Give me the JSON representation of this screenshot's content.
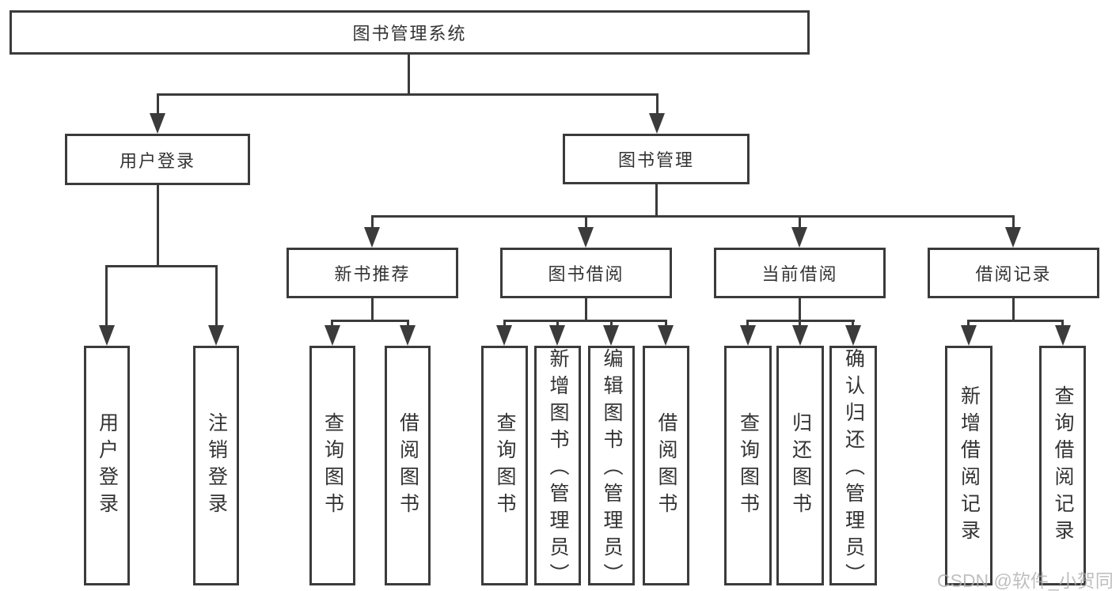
{
  "tree": {
    "label": "图书管理系统",
    "children": [
      {
        "label": "用户登录",
        "children": [
          {
            "label": "用户登录"
          },
          {
            "label": "注销登录"
          }
        ]
      },
      {
        "label": "图书管理",
        "children": [
          {
            "label": "新书推荐",
            "children": [
              {
                "label": "查询图书"
              },
              {
                "label": "借阅图书"
              }
            ]
          },
          {
            "label": "图书借阅",
            "children": [
              {
                "label": "查询图书"
              },
              {
                "label": "新增图书（管理员）"
              },
              {
                "label": "编辑图书（管理员）"
              },
              {
                "label": "借阅图书"
              }
            ]
          },
          {
            "label": "当前借阅",
            "children": [
              {
                "label": "查询图书"
              },
              {
                "label": "归还图书"
              },
              {
                "label": "确认归还（管理员）"
              }
            ]
          },
          {
            "label": "借阅记录",
            "children": [
              {
                "label": "新增借阅记录"
              },
              {
                "label": "查询借阅记录"
              }
            ]
          }
        ]
      }
    ]
  },
  "watermark": {
    "text": "CSDN @软件_小贺同学"
  },
  "colors": {
    "line": "#3b3b3b",
    "box_background": "#ffffff",
    "text": "#333333",
    "watermark": "#b0b0b0"
  }
}
